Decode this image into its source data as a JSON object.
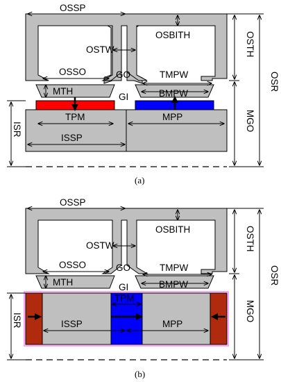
{
  "figure_a": {
    "caption": "(a)",
    "labels": {
      "ossp": "OSSP",
      "osbith": "OSBITH",
      "osth": "OSTH",
      "ostw": "OSTW",
      "osr": "OSR",
      "osso": "OSSO",
      "go": "GO",
      "tmpw": "TMPW",
      "mth": "MTH",
      "gi": "GI",
      "bmpw": "BMPW",
      "tpm": "TPM",
      "mpp": "MPP",
      "mgo": "MGO",
      "isr": "ISR",
      "issp": "ISSP"
    }
  },
  "figure_b": {
    "caption": "(b)",
    "labels": {
      "ossp": "OSSP",
      "osbith": "OSBITH",
      "osth": "OSTH",
      "ostw": "OSTW",
      "osr": "OSR",
      "osso": "OSSO",
      "go": "GO",
      "tmpw": "TMPW",
      "mth": "MTH",
      "gi": "GI",
      "bmpw": "BMPW",
      "tpm": "TPM",
      "mpp": "MPP",
      "mgo": "MGO",
      "isr": "ISR",
      "issp": "ISSP"
    }
  },
  "colors": {
    "steel": "#bfbfbf",
    "magnet_red": "#ff0000",
    "magnet_blue": "#0000ff",
    "magnet_dark_red": "#b02a0e",
    "outline": "#000000"
  }
}
